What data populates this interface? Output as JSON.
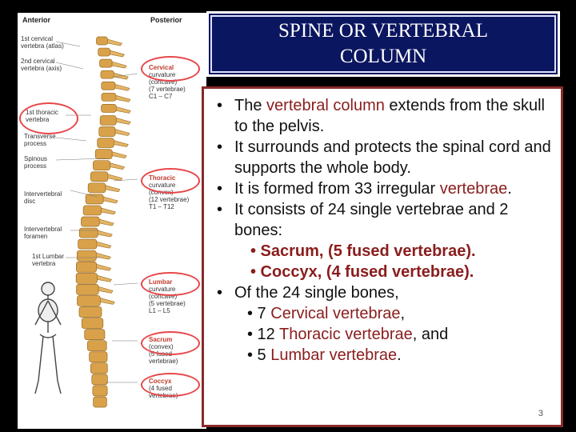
{
  "title": "SPINE OR VERTEBRAL COLUMN",
  "page_number": "3",
  "figure": {
    "anterior": "Anterior",
    "posterior": "Posterior",
    "left_labels": [
      "1st cervical\nvertebra (atlas)",
      "2nd cervical\nvertebra (axis)",
      "1st thoracic\nvertebra",
      "Transverse\nprocess",
      "Spinous\nprocess",
      "Intervertebral\ndisc",
      "Intervertebral\nforamen",
      "1st Lumbar\nvertebra"
    ],
    "right_labels": [
      {
        "name": "Cervical",
        "detail": "curvature\n(concave)\n(7 vertebrae)\nC1 – C7"
      },
      {
        "name": "Thoracic",
        "detail": "curvature\n(convex)\n(12 vertebrae)\nT1 – T12"
      },
      {
        "name": "Lumbar",
        "detail": "curvature\n(concave)\n(5 vertebrae)\nL1 – L5"
      },
      {
        "name": "Sacrum",
        "detail": "(convex)\n(5 fused\nvertebrae)"
      },
      {
        "name": "Coccyx",
        "detail": "(4 fused\nvertebrae)"
      }
    ]
  },
  "bullets": {
    "b1_pre": "The ",
    "b1_hl": "vertebral column",
    "b1_post": " extends from the skull to the pelvis.",
    "b2": "It surrounds and protects the spinal cord and supports the whole body.",
    "b3_pre": "It is formed from 33 irregular ",
    "b3_hl": "vertebrae",
    "b3_post": ".",
    "b4": "It consists of 24 single vertebrae and 2 bones:",
    "b4_sub1": "• Sacrum, (5 fused vertebrae).",
    "b4_sub2": "• Coccyx, (4 fused vertebrae).",
    "b5": "Of the 24 single bones,",
    "b5_sub1_pre": "• 7 ",
    "b5_sub1_hl": "Cervical vertebrae",
    "b5_sub1_post": ",",
    "b5_sub2_pre": "• 12  ",
    "b5_sub2_hl": "Thoracic vertebrae",
    "b5_sub2_post": ", and",
    "b5_sub3_pre": "• 5 ",
    "b5_sub3_hl": "Lumbar vertebrae",
    "b5_sub3_post": "."
  },
  "colors": {
    "title_bg": "#0b1660",
    "highlight": "#8a1d1d",
    "bone": "#d9a24a",
    "circle": "#e8474a"
  }
}
